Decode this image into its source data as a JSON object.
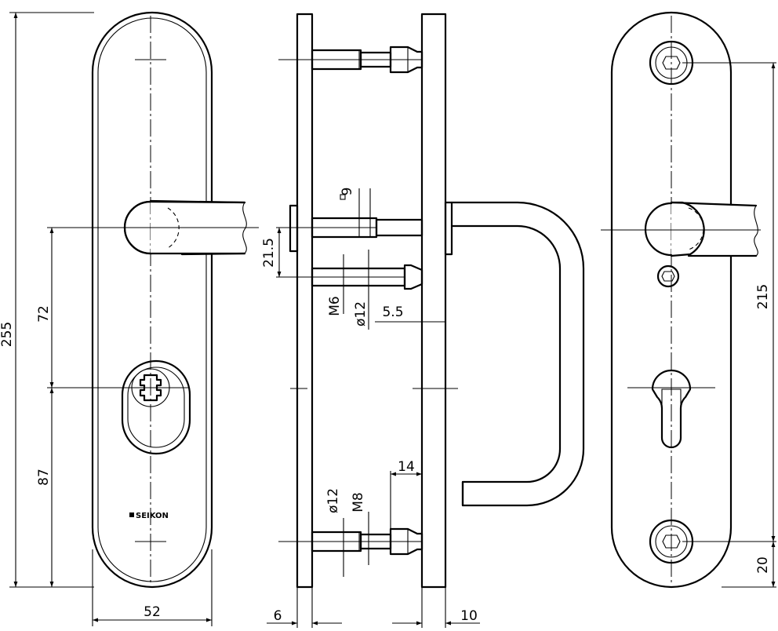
{
  "front_view": {
    "brand": "SEIKON",
    "dim_height": "255",
    "dim_handle_to_cylinder": "72",
    "dim_cylinder_to_bottom": "87",
    "dim_width": "52"
  },
  "side_view": {
    "dim_square": "9",
    "dim_offset": "21.5",
    "dim_thread_top": "M6",
    "dim_dia_top": "ø12",
    "dim_rose": "5.5",
    "dim_stud": "14",
    "dim_dia_bottom": "ø12",
    "dim_thread_bottom": "M8",
    "dim_plate_inner": "6",
    "dim_plate_outer": "10"
  },
  "back_view": {
    "dim_screw_spacing": "215",
    "dim_bottom_screw": "20"
  }
}
